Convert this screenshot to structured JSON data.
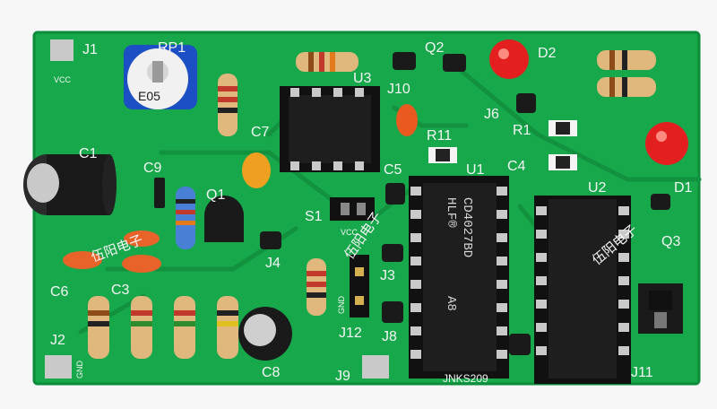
{
  "board": {
    "colors": {
      "pcb": "#16a84a",
      "pcb_dark": "#0f8a3a",
      "silkscreen": "#f4f4f4",
      "pad_silver": "#c9c9c9",
      "led_red": "#e3201f",
      "ic_black": "#1b1b1b"
    },
    "labels": {
      "j1": "J1",
      "vcc_top": "VCC",
      "rp1": "RP1",
      "pot_code": "E05",
      "u3": "U3",
      "j10": "J10",
      "q2": "Q2",
      "d2": "D2",
      "c1": "C1",
      "c7": "C7",
      "j6": "J6",
      "r11": "R11",
      "r1": "R1",
      "c9": "C9",
      "c5": "C5",
      "u1": "U1",
      "u2": "U2",
      "c4": "C4",
      "d1": "D1",
      "q1": "Q1",
      "s1": "S1",
      "vcc_mid": "VCC",
      "q3": "Q3",
      "j4": "J4",
      "c6": "C6",
      "c3": "C3",
      "j3": "J3",
      "gnd_mid": "GND",
      "j12": "J12",
      "j8": "J8",
      "j2": "J2",
      "gnd_bottom": "GND",
      "c8": "C8",
      "j9": "J9",
      "j11": "J11",
      "board_id": "JNKS209",
      "brand_1": "伍阳电子",
      "brand_2": "伍阳电子",
      "brand_3": "伍阳电子"
    },
    "ic_u1": {
      "line1": "CD4027BD",
      "line2": "HLF®",
      "line3": "A8"
    }
  }
}
